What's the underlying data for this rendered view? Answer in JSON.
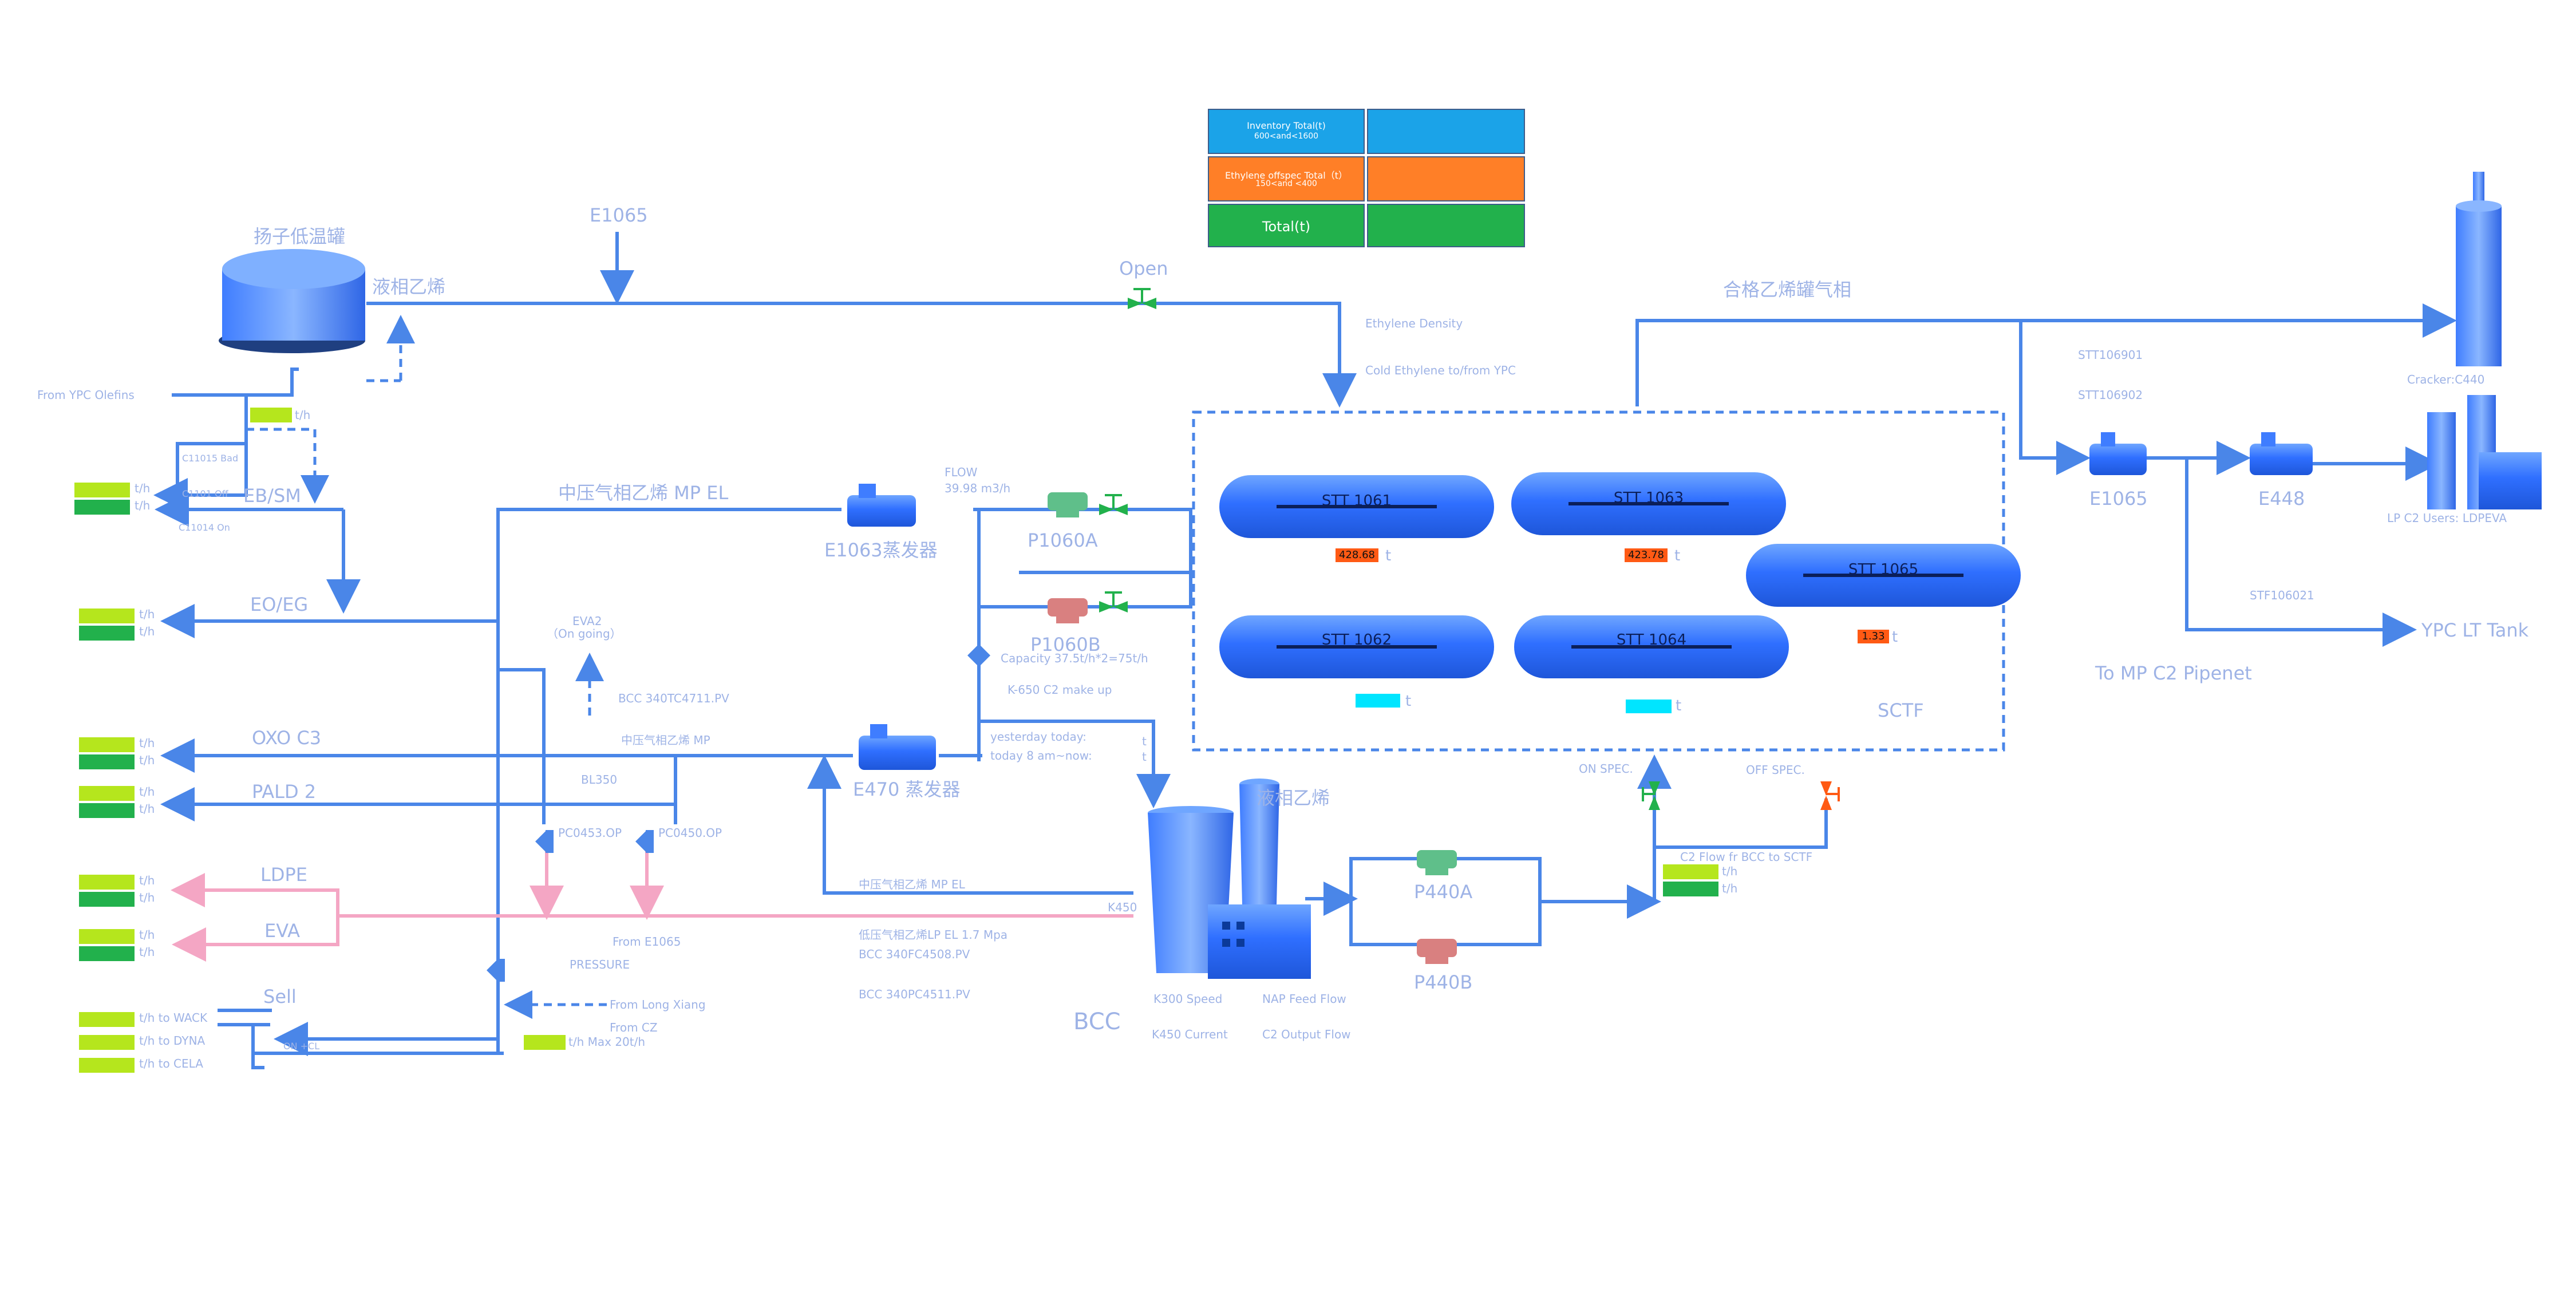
{
  "colors": {
    "pipe": "#4a86e8",
    "pink_pipe": "#f4a6c4",
    "text": "#9eb3e6",
    "lime": "#b5e61d",
    "green": "#22b14c",
    "cyan_box": "#00e5ff",
    "orange_box": "#ff5a14",
    "kpi_blue": "#1ba3e8",
    "kpi_orange": "#ff7f27",
    "kpi_green": "#22b14c"
  },
  "kpi": {
    "inventory_label": "Inventory Total(t)",
    "inventory_range": "600<and<1600",
    "ethylene_label": "Ethylene offspec Total（t）",
    "ethylene_range": "150<and <400",
    "total_label": "Total(t)"
  },
  "tanks": [
    {
      "id": "STT 1061",
      "value": "428.68",
      "unit": "t"
    },
    {
      "id": "STT 1063",
      "value": "423.78",
      "unit": "t"
    },
    {
      "id": "STT 1065",
      "value": "1.33",
      "unit": "t"
    },
    {
      "id": "STT 1062",
      "value": "",
      "unit": "t"
    },
    {
      "id": "STT 1064",
      "value": "",
      "unit": "t"
    }
  ],
  "labels": {
    "yangzi_tank": "扬子低温罐",
    "liquid_ethylene_1": "液相乙烯",
    "e1065_top": "E1065",
    "open": "Open",
    "ethylene_density": "Ethylene Density",
    "cold_ethylene": "Cold Ethylene to/from YPC",
    "qualified_gas": "合格乙烯罐气相",
    "stt106901": "STT106901",
    "stt106902": "STT106902",
    "cracker": "Cracker:C440",
    "e1065_right": "E1065",
    "e448": "E448",
    "lp_users": "LP C2 Users: LDPEVA",
    "stf106021": "STF106021",
    "ypc_lt_tank": "YPC LT Tank",
    "mp_pipenet": "To MP C2 Pipenet",
    "sctf": "SCTF",
    "from_ypc": "From YPC Olefins",
    "th_1": "t/h",
    "c11015_bad": "C11015 Bad",
    "c1101_off": "C1101 Off",
    "c11014_on": "C11014 On",
    "eb_sm": "EB/SM",
    "eo_eg": "EO/EG",
    "oxo_c3": "OXO C3",
    "pald2": "PALD 2",
    "ldpe": "LDPE",
    "eva": "EVA",
    "sell": "Sell",
    "to_wack": "t/h to WACK",
    "to_dyna": "t/h to DYNA",
    "to_cela": "t/h to CELA",
    "on_cl": "ON +CL",
    "mp_el": "中压气相乙烯 MP EL",
    "e1063": "E1063蒸发器",
    "flow": "FLOW",
    "flow_val": "39.98 m3/h",
    "p1060a": "P1060A",
    "p1060b": "P1060B",
    "capacity": "Capacity 37.5t/h*2=75t/h",
    "k650": "K-650 C2 make up",
    "eva2": "EVA2",
    "on_going": "（On going）",
    "bcc_340tc": "BCC 340TC4711.PV",
    "mp_gas": "中压气相乙烯 MP",
    "bl350": "BL350",
    "e470": "E470 蒸发器",
    "yesterday": "yesterday today:",
    "today8": "today 8 am~now:",
    "t_small": "t",
    "pc0453": "PC0453.OP",
    "pc0450": "PC0450.OP",
    "liquid_ethylene_2": "液相乙烯",
    "mp_el_2": "中压气相乙烯 MP EL",
    "k450": "K450",
    "lp_el": "低压气相乙烯LP EL 1.7 Mpa",
    "bcc_340fc": "BCC 340FC4508.PV",
    "bcc_340pc": "BCC 340PC4511.PV",
    "from_e1065": "From E1065",
    "pressure": "PRESSURE",
    "from_longxiang": "From Long Xiang",
    "from_cz": "From CZ",
    "max20": "t/h Max 20t/h",
    "bcc": "BCC",
    "k300": "K300 Speed",
    "k450_current": "K450 Current",
    "nap_feed": "NAP Feed Flow",
    "c2_output": "C2 Output Flow",
    "p440a": "P440A",
    "p440b": "P440B",
    "on_spec": "ON SPEC.",
    "off_spec": "OFF SPEC.",
    "c2_flow": "C2 Flow fr BCC to SCTF",
    "th": "t/h"
  },
  "icons": [
    "tank-icon",
    "heat-exchanger-icon",
    "pump-icon",
    "valve-icon",
    "tower-icon",
    "factory-icon",
    "arrow-icon"
  ]
}
